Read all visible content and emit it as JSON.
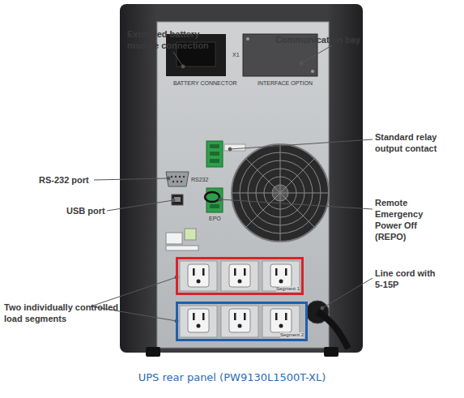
{
  "diagram": {
    "caption": "UPS rear panel (PW9130L1500T-XL)",
    "nodes": [
      {
        "text": [
          "Segment 1"
        ]
      },
      {
        "text": [
          "Segment 2"
        ]
      }
    ],
    "labels": [
      "Extended battery module connection",
      "Communication bay",
      "Standard relay output contact",
      "RS-232 port",
      "USB port",
      "Remote Emergency Power Off (REPO)",
      "Two individually controlled load segments",
      "Line cord with 5-15P",
      "BATTERY CONNECTOR",
      "INTERFACE OPTION",
      "X1",
      "RS232",
      "EPO"
    ]
  }
}
